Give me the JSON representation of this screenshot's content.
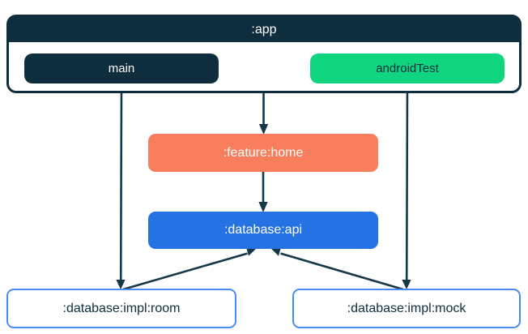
{
  "colors": {
    "navy": "#0e2e3e",
    "arrow": "#14384a",
    "green": "#0fd57e",
    "coral": "#f87e5d",
    "blue": "#2573e2",
    "border-blue": "#4a8cf5",
    "white": "#ffffff"
  },
  "diagram": {
    "app": {
      "label": ":app",
      "source_sets": [
        {
          "id": "main",
          "label": "main"
        },
        {
          "id": "androidTest",
          "label": "androidTest"
        }
      ]
    },
    "modules": [
      {
        "id": "feature-home",
        "label": ":feature:home"
      },
      {
        "id": "database-api",
        "label": ":database:api"
      },
      {
        "id": "database-impl-room",
        "label": ":database:impl:room"
      },
      {
        "id": "database-impl-mock",
        "label": ":database:impl:mock"
      }
    ],
    "edges": [
      {
        "from": "main",
        "to": "database-impl-room"
      },
      {
        "from": ":app",
        "to": "feature-home"
      },
      {
        "from": "androidTest",
        "to": "database-impl-mock"
      },
      {
        "from": "feature-home",
        "to": "database-api"
      },
      {
        "from": "database-impl-room",
        "to": "database-api"
      },
      {
        "from": "database-impl-mock",
        "to": "database-api"
      }
    ]
  }
}
